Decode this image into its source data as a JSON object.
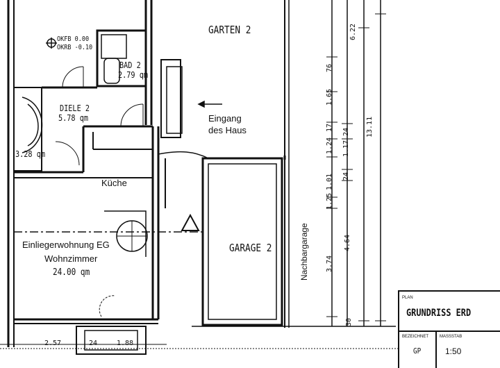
{
  "rooms": {
    "garten": "GARTEN 2",
    "bad_name": "BAD 2",
    "bad_area": "2.79 qm",
    "diele_name": "DIELE 2",
    "diele_area": "5.78 qm",
    "flur_area": "3.28 qm",
    "kueche": "Küche",
    "wohn_line1": "Einliegerwohnung EG",
    "wohn_line2": "Wohnzimmer",
    "wohn_area": "24.00 qm",
    "garage": "GARAGE 2",
    "nachbargarage": "Nachbargarage"
  },
  "levels": {
    "okff": "OKFB 0.00",
    "okrb": "OKRB -0.10"
  },
  "entrance": {
    "line1": "Eingang",
    "line2": "des Haus"
  },
  "dimensions": {
    "outer_top": "6.22",
    "outer_total": "13.11",
    "inner": [
      "76",
      "1.65",
      "17",
      "1.24",
      "1.01",
      "1.25",
      "4.64",
      "3.74",
      "30"
    ],
    "mid": [
      "1.17",
      "24",
      "24"
    ],
    "bottom": [
      "2.57",
      "24",
      "1.88"
    ]
  },
  "title_block": {
    "plan_header": "PLAN",
    "plan_title": "GRUNDRISS ERD",
    "col1_header": "BEZEICHNET",
    "col2_header": "MASSSTAB",
    "col1_value": "GP",
    "col2_value": "1:50"
  }
}
